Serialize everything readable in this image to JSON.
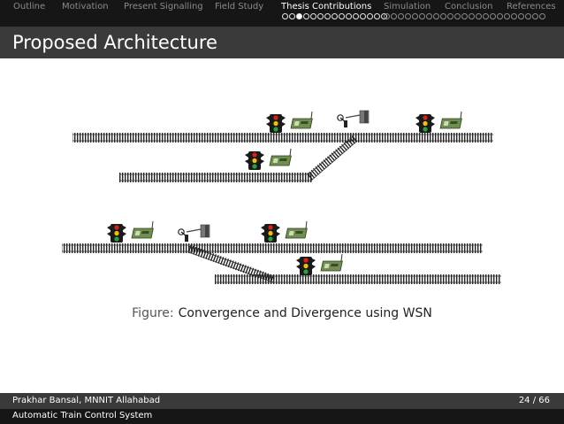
{
  "nav": {
    "sections": [
      {
        "label": "Outline",
        "active": false
      },
      {
        "label": "Motivation",
        "active": false
      },
      {
        "label": "Present Signalling",
        "active": false
      },
      {
        "label": "Field Study",
        "active": false
      },
      {
        "label": "Thesis Contributions",
        "active": true
      },
      {
        "label": "Simulation",
        "active": false
      },
      {
        "label": "Conclusion",
        "active": false
      },
      {
        "label": "References",
        "active": false
      }
    ],
    "thesis_dots": {
      "count": 15,
      "current": 3
    },
    "simulation_dots": {
      "count": 23,
      "current": 0
    }
  },
  "frame": {
    "title": "Proposed Architecture"
  },
  "figure": {
    "label": "Figure:",
    "caption": "Convergence and Divergence using WSN"
  },
  "footer": {
    "author": "Prakhar Bansal, MNNIT Allahabad",
    "page": "24 / 66",
    "subtitle": "Automatic Train Control System"
  },
  "colors": {
    "signal_red": "#d9201f",
    "signal_yellow": "#f2c200",
    "signal_green": "#2aa13b",
    "sensor_board": "#6f8f4e"
  }
}
